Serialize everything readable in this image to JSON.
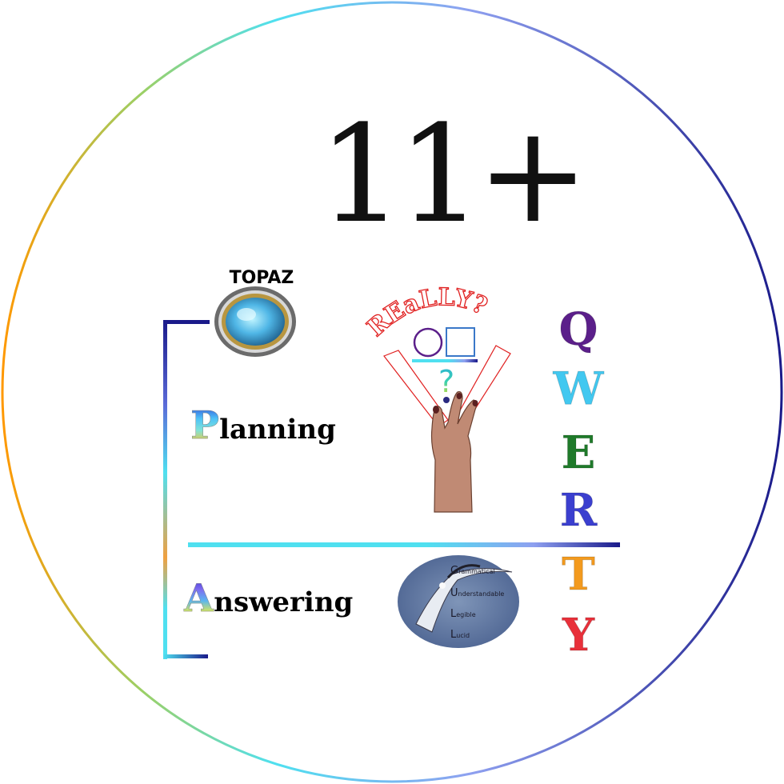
{
  "title": "11+",
  "topaz": {
    "label": "TOPAZ"
  },
  "planning": {
    "initial": "P",
    "rest": "lanning"
  },
  "answering": {
    "initial": "A",
    "rest": "nswering"
  },
  "really": {
    "text": "REaLLY?",
    "question_mark": "?"
  },
  "qwerty": {
    "letters": [
      "Q",
      "W",
      "E",
      "R",
      "T",
      "Y"
    ],
    "colors": [
      "#5b1f8a",
      "#42c8f0",
      "#1f7a2a",
      "#3b3fcf",
      "#f39a1e",
      "#e8303a"
    ]
  },
  "gull": {
    "lines": [
      {
        "initial": "G",
        "rest": "rammatical"
      },
      {
        "initial": "U",
        "rest": "nderstandable"
      },
      {
        "initial": "L",
        "rest": "egible"
      },
      {
        "initial": "L",
        "rest": "ucid"
      }
    ]
  },
  "colors": {
    "ring_start": "#ff9800",
    "ring_mid": "#4fe0f0",
    "ring_end": "#1a1a8a",
    "bracket_dark": "#1a1a8a",
    "bracket_light": "#4fe0f0",
    "really_red": "#e02020"
  }
}
